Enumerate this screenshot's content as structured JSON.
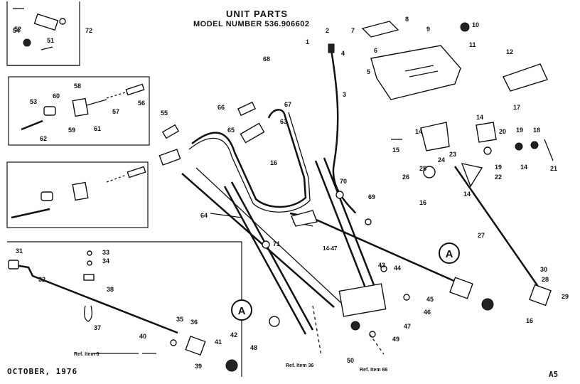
{
  "header": {
    "title": "UNIT PARTS",
    "model": "MODEL NUMBER 536.906602"
  },
  "footer": {
    "date": "OCTOBER, 1976",
    "page": "A5"
  },
  "callouts": [
    "A",
    "A"
  ],
  "references": [
    "Ref. Item 8",
    "Ref. Item 36",
    "Ref. Item 66"
  ],
  "fragment_label": "14-47",
  "part_numbers": [
    "1",
    "2",
    "3",
    "4",
    "5",
    "6",
    "7",
    "8",
    "9",
    "10",
    "11",
    "12",
    "14",
    "14",
    "14",
    "14",
    "15",
    "16",
    "16",
    "16",
    "17",
    "18",
    "19",
    "19",
    "20",
    "21",
    "22",
    "23",
    "24",
    "25",
    "26",
    "27",
    "28",
    "29",
    "30",
    "31",
    "32",
    "33",
    "34",
    "35",
    "36",
    "37",
    "38",
    "39",
    "40",
    "41",
    "42",
    "43",
    "44",
    "45",
    "46",
    "47",
    "48",
    "49",
    "50",
    "51",
    "52",
    "53",
    "54",
    "55",
    "56",
    "57",
    "58",
    "59",
    "60",
    "61",
    "62",
    "63",
    "64",
    "65",
    "66",
    "67",
    "68",
    "69",
    "70",
    "71",
    "72"
  ]
}
